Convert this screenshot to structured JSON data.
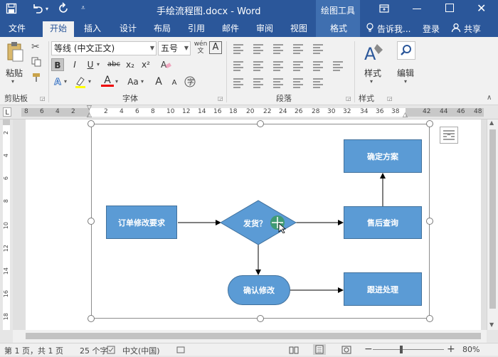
{
  "titlebar": {
    "title": "手绘流程图.docx - Word",
    "context_tab": "绘图工具",
    "save_icon": "save-icon",
    "undo_icon": "undo-icon",
    "redo_icon": "redo-icon",
    "customize_icon": "customize-quick-access-icon",
    "window_controls": [
      "ribbon-display-options-icon",
      "minimize-icon",
      "restore-icon",
      "close-icon"
    ]
  },
  "tabs": [
    "文件",
    "开始",
    "插入",
    "设计",
    "布局",
    "引用",
    "邮件",
    "审阅",
    "视图",
    "格式"
  ],
  "tell_me": "告诉我...",
  "login": "登录",
  "share": "共享",
  "ribbon": {
    "clipboard": {
      "paste": "粘贴",
      "label": "剪贴板"
    },
    "font": {
      "font_name": "等线 (中文正文)",
      "font_size": "五号",
      "wen_label": "wén\n文",
      "a_box": "A",
      "bold": "B",
      "italic": "I",
      "underline": "U",
      "strike": "abc",
      "subscript": "x₂",
      "superscript": "x²",
      "font_color": "A",
      "highlight": "A",
      "grow": "A",
      "shrink": "A",
      "aa": "Aa",
      "label": "字体"
    },
    "paragraph": {
      "label": "段落"
    },
    "styles": {
      "btn": "样式",
      "label": "样式"
    },
    "editing": {
      "btn": "编辑"
    }
  },
  "ruler": {
    "h_ticks": [
      "8",
      "6",
      "4",
      "2",
      "2",
      "4",
      "6",
      "8",
      "10",
      "12",
      "14",
      "16",
      "18",
      "20",
      "22",
      "24",
      "26",
      "28",
      "30",
      "32",
      "34",
      "36",
      "38",
      "42",
      "44",
      "46",
      "48"
    ],
    "v_ticks": [
      "2",
      "4",
      "6",
      "8",
      "10",
      "12",
      "14",
      "16",
      "18"
    ],
    "tab_selector": "L"
  },
  "flowchart": {
    "order_request": "订单修改要求",
    "ship_decision": "发货？",
    "confirm_change": "确认修改",
    "after_sales": "售后查询",
    "confirm_plan": "确定方案",
    "follow_up": "跟进处理"
  },
  "status": {
    "pages": "第 1 页，共 1 页",
    "words": "25 个字",
    "language": "中文(中国)",
    "zoom": "80%",
    "zoom_minus": "−",
    "zoom_plus": "+"
  },
  "colors": {
    "brand": "#2b579a",
    "shape_fill": "#5b9bd5",
    "shape_border": "#41719c"
  }
}
